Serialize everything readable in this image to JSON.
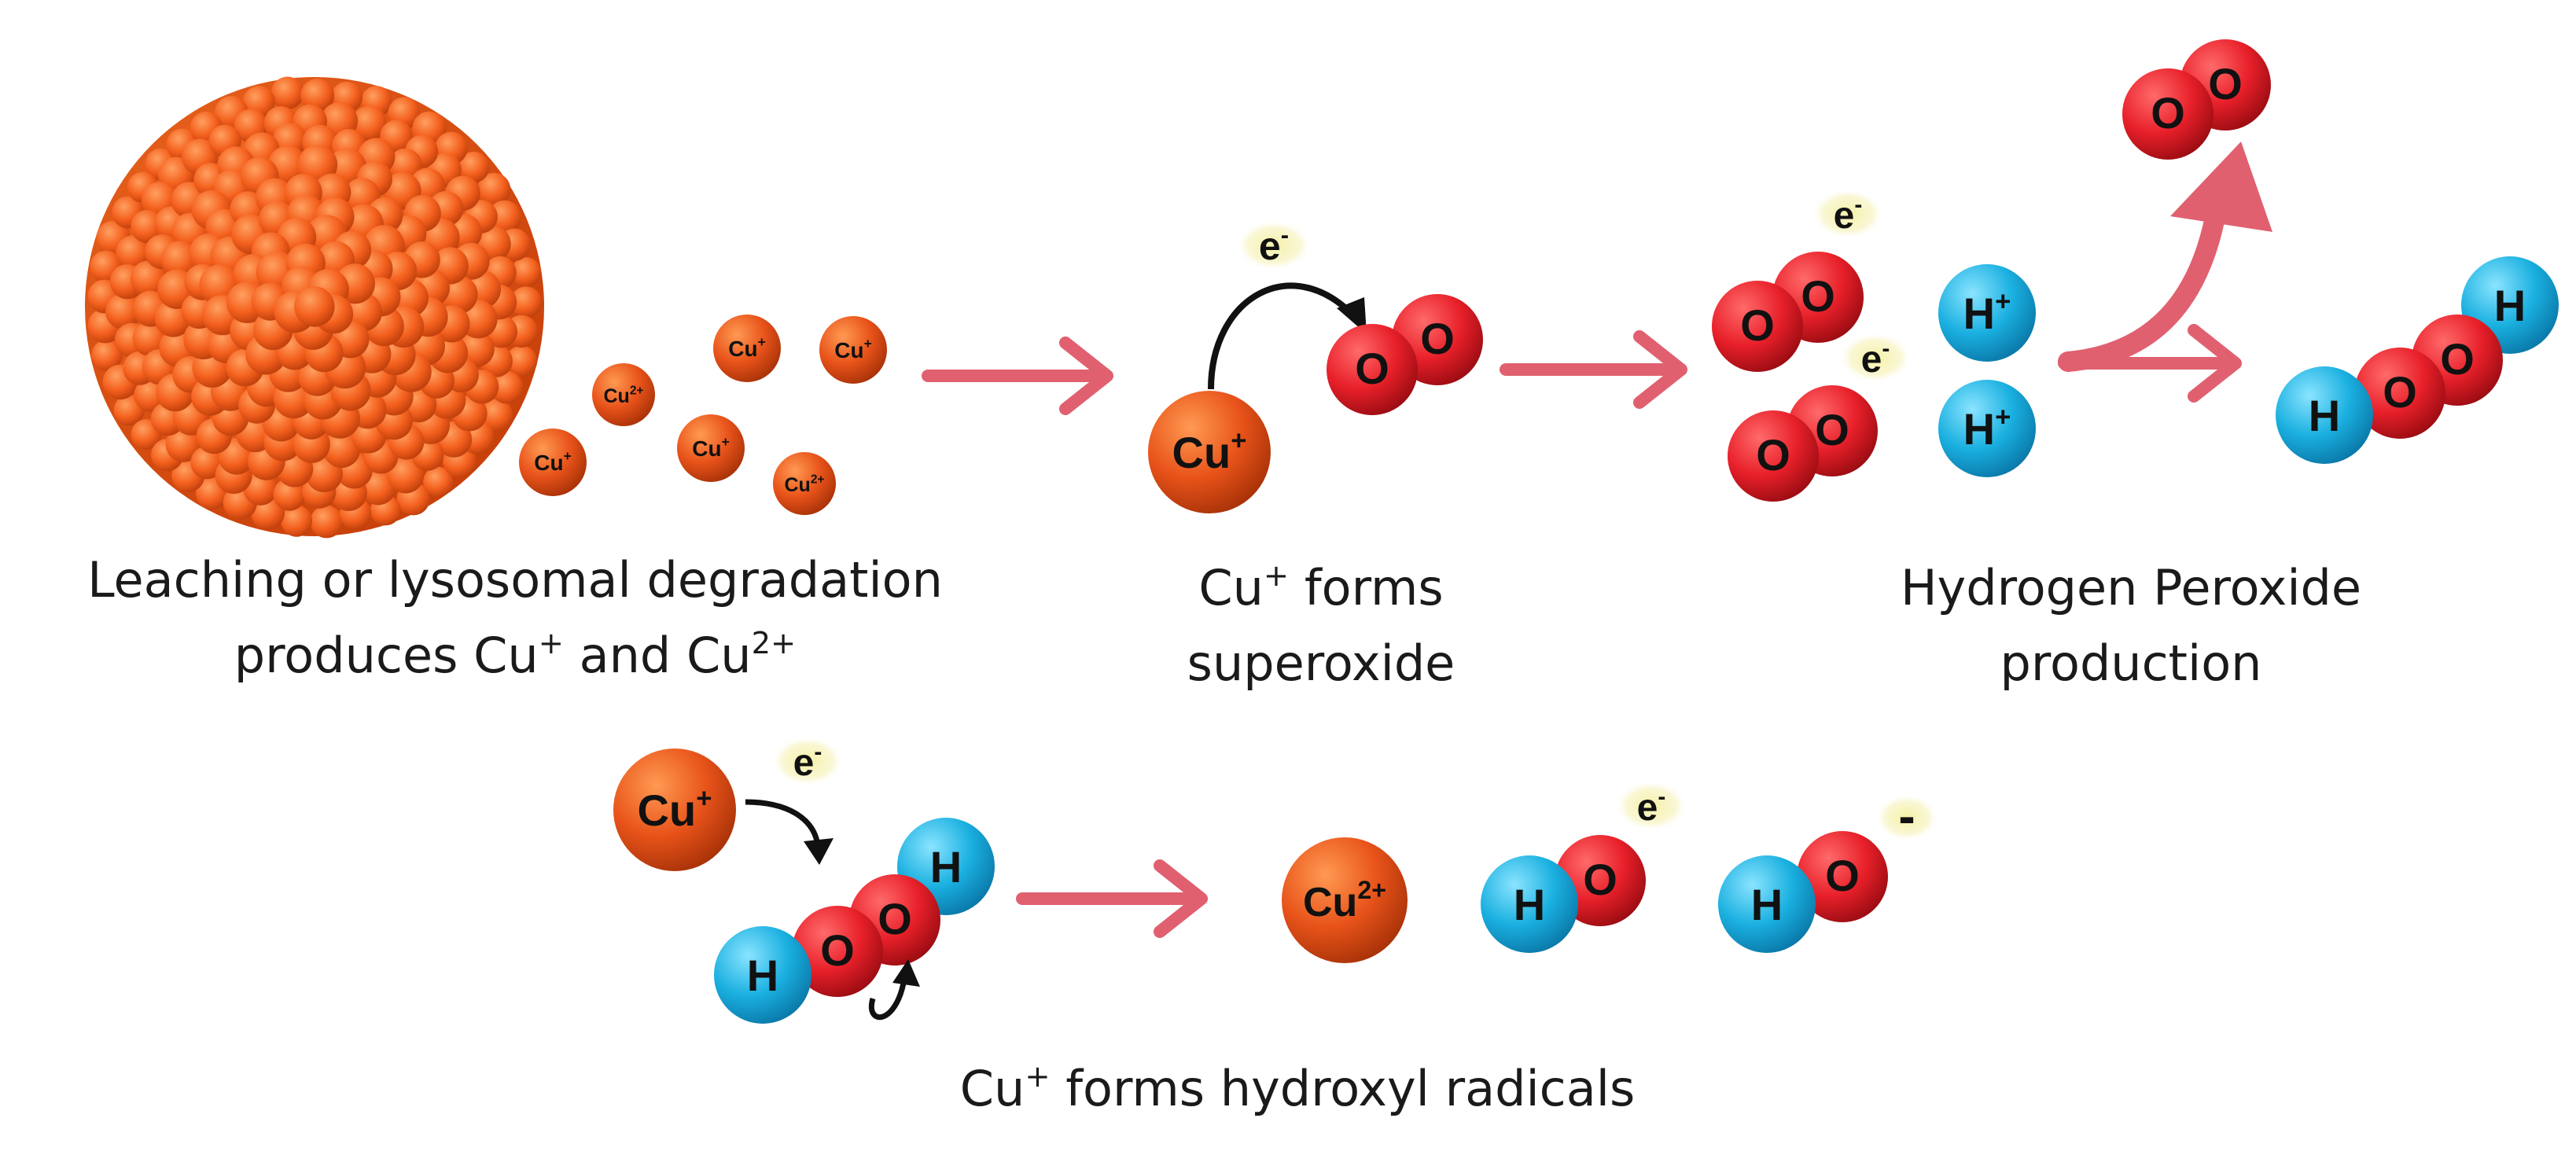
{
  "colors": {
    "copper": "#e8531a",
    "copper_light": "#ff9a52",
    "oxygen": "#e8202a",
    "hydrogen": "#1ab0e0",
    "arrow": "#e06070",
    "electron_glow": "#f4f0a0"
  },
  "labels": {
    "cu_plus": "Cu+",
    "cu_2plus": "Cu2+",
    "o": "O",
    "h": "H",
    "h_plus": "H+",
    "electron": "e-",
    "minus": "-"
  },
  "captions": {
    "step1_line1": "Leaching or lysosomal degradation",
    "step1_line2_a": "produces Cu",
    "step1_line2_sup1": "+",
    "step1_line2_b": " and Cu",
    "step1_line2_sup2": "2+",
    "step2_line1_a": "Cu",
    "step2_line1_sup": "+",
    "step2_line1_b": " forms",
    "step2_line2": "superoxide",
    "step3_line1": "Hydrogen Peroxide",
    "step3_line2": "production",
    "step4_a": "Cu",
    "step4_sup": "+",
    "step4_b": " forms hydroxyl radicals"
  }
}
